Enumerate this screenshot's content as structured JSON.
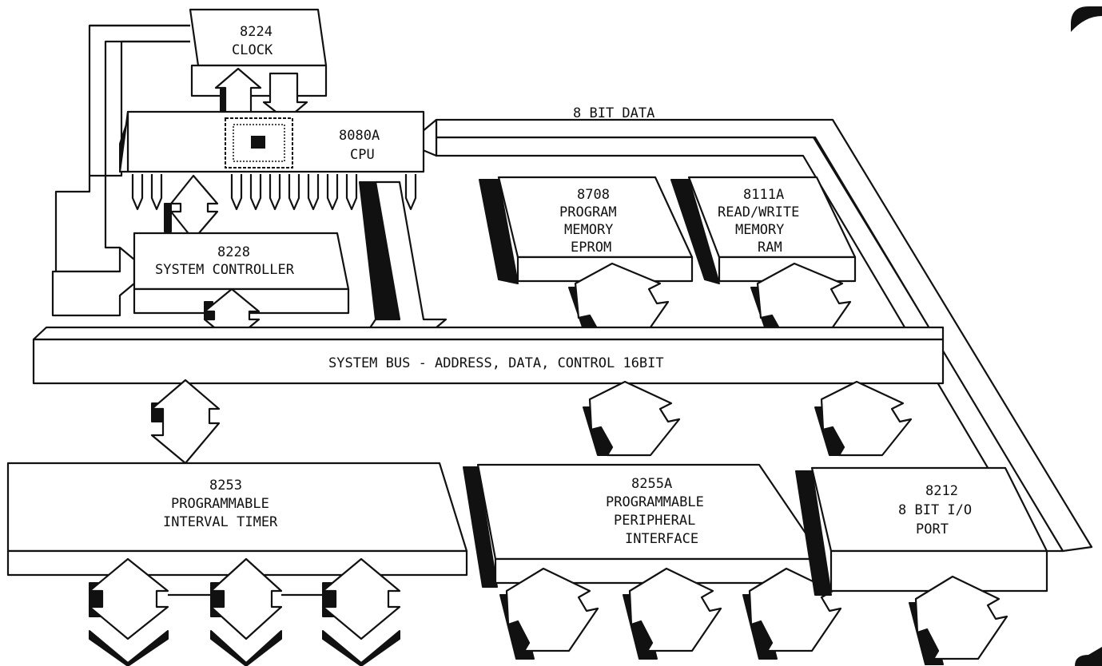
{
  "diagram": {
    "clock": {
      "part": "8224",
      "name": "CLOCK"
    },
    "cpu": {
      "part": "8080A",
      "name": "CPU"
    },
    "system_controller": {
      "part": "8228",
      "name": "SYSTEM CONTROLLER"
    },
    "data_path": {
      "label": "8 BIT DATA"
    },
    "eprom": {
      "part": "8708",
      "line1": "PROGRAM",
      "line2": "MEMORY",
      "line3": "EPROM"
    },
    "ram": {
      "part": "8111A",
      "line1": "READ/WRITE",
      "line2": "MEMORY",
      "line3": "RAM"
    },
    "system_bus": {
      "label": "SYSTEM BUS - ADDRESS, DATA, CONTROL 16BIT"
    },
    "timer": {
      "part": "8253",
      "line1": "PROGRAMMABLE",
      "line2": "INTERVAL TIMER"
    },
    "ppi": {
      "part": "8255A",
      "line1": "PROGRAMMABLE",
      "line2": "PERIPHERAL",
      "line3": "INTERFACE"
    },
    "io_port": {
      "part": "8212",
      "line1": "8 BIT I/O",
      "line2": "PORT"
    }
  }
}
